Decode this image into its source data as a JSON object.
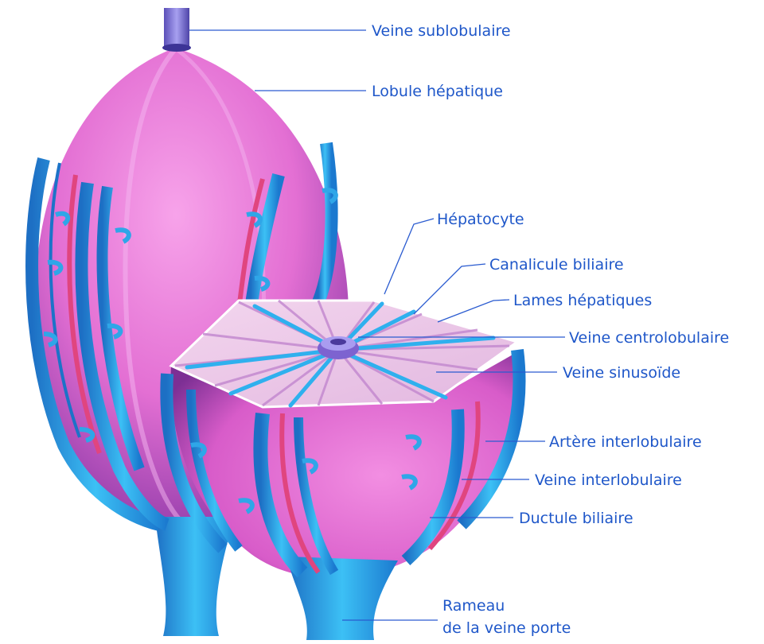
{
  "labels": {
    "veine_sublobulaire": "Veine sublobulaire",
    "lobule_hepatique": "Lobule hépatique",
    "hepatocyte": "Hépatocyte",
    "canalicule_biliaire": "Canalicule biliaire",
    "lames_hepatiques": "Lames hépatiques",
    "veine_centrolobulaire": "Veine centrolobulaire",
    "veine_sinusoide": "Veine sinusoïde",
    "artere_interlobulaire": "Artère interlobulaire",
    "veine_interlobulaire": "Veine interlobulaire",
    "ductule_biliaire": "Ductule biliaire",
    "rameau_line1": "Rameau",
    "rameau_line2": "de la veine porte"
  },
  "colors": {
    "label_text": "#1f57c9",
    "lobule_pink": "#e86fd6",
    "vein_blue": "#2fa6e8",
    "artery_pink": "#e0457f",
    "central_vein_purple": "#8a6fd8"
  }
}
